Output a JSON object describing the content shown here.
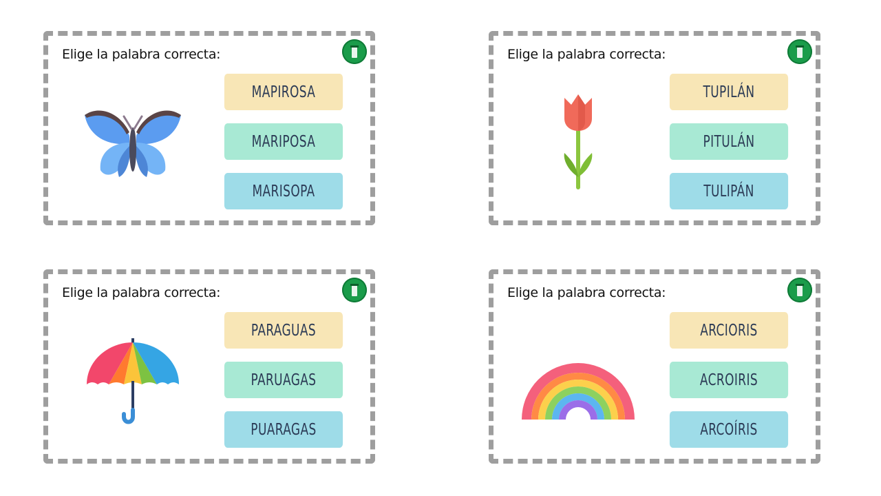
{
  "cards": [
    {
      "instruction": "Elige la palabra correcta:",
      "image_icon": "butterfly-icon",
      "options": [
        "MAPIROSA",
        "MARIPOSA",
        "MARISOPA"
      ]
    },
    {
      "instruction": "Elige la palabra correcta:",
      "image_icon": "tulip-icon",
      "options": [
        "TUPILÁN",
        "PITULÁN",
        "TULIPÁN"
      ]
    },
    {
      "instruction": "Elige la palabra correcta:",
      "image_icon": "umbrella-icon",
      "options": [
        "PARAGUAS",
        "PARUAGAS",
        "PUARAGAS"
      ]
    },
    {
      "instruction": "Elige la palabra correcta:",
      "image_icon": "rainbow-icon",
      "options": [
        "ARCIORIS",
        "ACROIRIS",
        "ARCOÍRIS"
      ]
    }
  ],
  "colors": {
    "border": "#9e9e9e",
    "option_yellow": "#f8e6b6",
    "option_green": "#a8e9d4",
    "option_blue": "#9edce8",
    "logo_green": "#1a9c4a"
  }
}
